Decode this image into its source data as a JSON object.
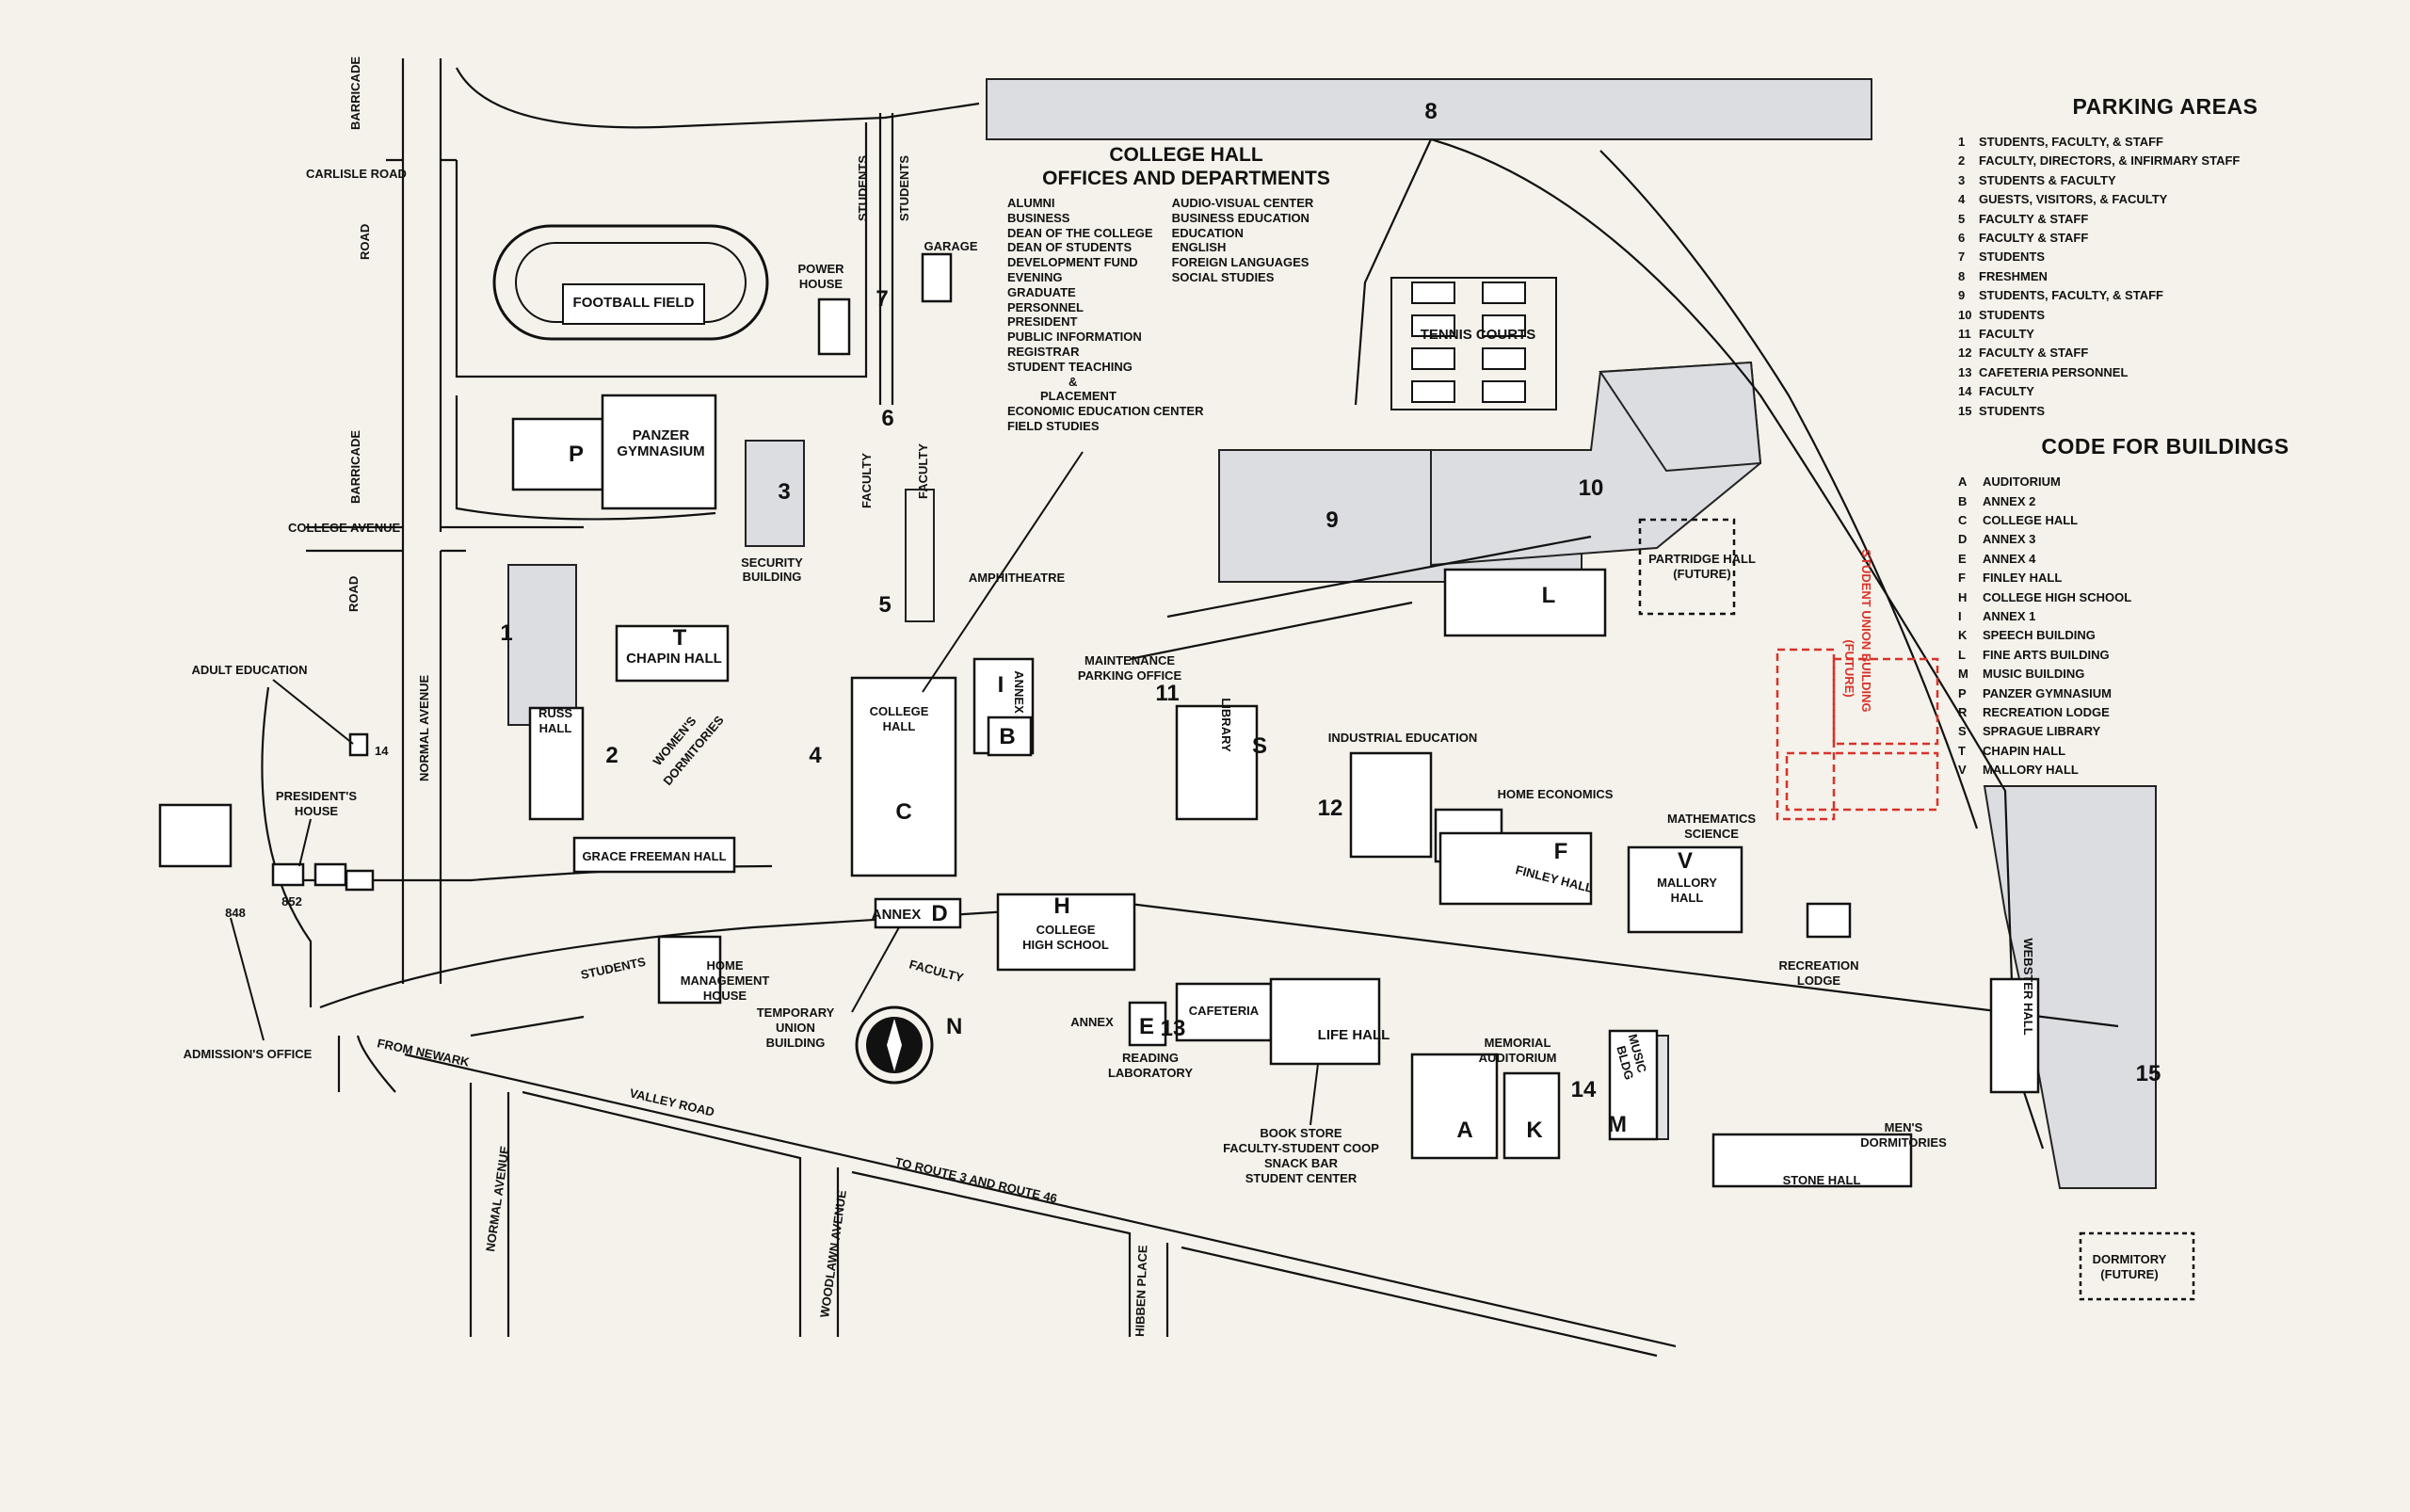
{
  "college_hall": {
    "title_line1": "COLLEGE HALL",
    "title_line2": "OFFICES AND DEPARTMENTS",
    "col1": [
      "ALUMNI",
      "BUSINESS",
      "DEAN OF THE COLLEGE",
      "DEAN OF STUDENTS",
      "DEVELOPMENT FUND",
      "EVENING",
      "GRADUATE",
      "PERSONNEL",
      "PRESIDENT",
      "PUBLIC INFORMATION",
      "REGISTRAR",
      "STUDENT TEACHING"
    ],
    "col2": [
      "AUDIO-VISUAL CENTER",
      "BUSINESS EDUCATION",
      "EDUCATION",
      "ENGLISH",
      "FOREIGN LANGUAGES",
      "SOCIAL STUDIES"
    ],
    "amp": "&",
    "placement": "PLACEMENT",
    "tail": [
      "ECONOMIC EDUCATION CENTER",
      "FIELD STUDIES"
    ]
  },
  "parking": {
    "title": "PARKING AREAS",
    "items": [
      {
        "k": "1",
        "v": "STUDENTS, FACULTY, & STAFF"
      },
      {
        "k": "2",
        "v": "FACULTY, DIRECTORS, & INFIRMARY STAFF"
      },
      {
        "k": "3",
        "v": "STUDENTS & FACULTY"
      },
      {
        "k": "4",
        "v": "GUESTS, VISITORS, & FACULTY"
      },
      {
        "k": "5",
        "v": "FACULTY & STAFF"
      },
      {
        "k": "6",
        "v": "FACULTY & STAFF"
      },
      {
        "k": "7",
        "v": "STUDENTS"
      },
      {
        "k": "8",
        "v": "FRESHMEN"
      },
      {
        "k": "9",
        "v": "STUDENTS, FACULTY, & STAFF"
      },
      {
        "k": "10",
        "v": "STUDENTS"
      },
      {
        "k": "11",
        "v": "FACULTY"
      },
      {
        "k": "12",
        "v": "FACULTY & STAFF"
      },
      {
        "k": "13",
        "v": "CAFETERIA PERSONNEL"
      },
      {
        "k": "14",
        "v": "FACULTY"
      },
      {
        "k": "15",
        "v": "STUDENTS"
      }
    ]
  },
  "buildings": {
    "title": "CODE FOR BUILDINGS",
    "items": [
      {
        "k": "A",
        "v": "AUDITORIUM"
      },
      {
        "k": "B",
        "v": "ANNEX 2"
      },
      {
        "k": "C",
        "v": "COLLEGE HALL"
      },
      {
        "k": "D",
        "v": "ANNEX 3"
      },
      {
        "k": "E",
        "v": "ANNEX 4"
      },
      {
        "k": "F",
        "v": "FINLEY HALL"
      },
      {
        "k": "H",
        "v": "COLLEGE HIGH SCHOOL"
      },
      {
        "k": "I",
        "v": "ANNEX 1"
      },
      {
        "k": "K",
        "v": "SPEECH BUILDING"
      },
      {
        "k": "L",
        "v": "FINE ARTS BUILDING"
      },
      {
        "k": "M",
        "v": "MUSIC BUILDING"
      },
      {
        "k": "P",
        "v": "PANZER GYMNASIUM"
      },
      {
        "k": "R",
        "v": "RECREATION LODGE"
      },
      {
        "k": "S",
        "v": "SPRAGUE LIBRARY"
      },
      {
        "k": "T",
        "v": "CHAPIN HALL"
      },
      {
        "k": "V",
        "v": "MALLORY HALL"
      }
    ]
  },
  "map_labels": {
    "lot_1": "1",
    "lot_2": "2",
    "lot_3": "3",
    "lot_4": "4",
    "lot_5": "5",
    "lot_6": "6",
    "lot_7": "7",
    "lot_8": "8",
    "lot_9": "9",
    "lot_10": "10",
    "lot_11": "11",
    "lot_12": "12",
    "lot_13": "13",
    "lot_14": "14",
    "lot_14b": "14",
    "lot_15": "15",
    "carlisle_road": "CARLISLE ROAD",
    "road_top": "ROAD",
    "barricade_top": "BARRICADE",
    "barricade_mid": "BARRICADE",
    "college_avenue": "COLLEGE AVENUE",
    "road_mid": "ROAD",
    "normal_avenue": "NORMAL AVENUE",
    "normal_avenue_2": "NORMAL AVENUE",
    "from_newark": "FROM NEWARK",
    "valley_road": "VALLEY ROAD",
    "to_route": "TO ROUTE 3 AND ROUTE 46",
    "woodlawn_avenue": "WOODLAWN AVENUE",
    "hibben_place": "HIBBEN PLACE",
    "students_v1": "STUDENTS",
    "students_v2": "STUDENTS",
    "faculty_v1": "FACULTY",
    "faculty_v2": "FACULTY",
    "students_road": "STUDENTS",
    "faculty_road": "FACULTY",
    "football_field": "FOOTBALL FIELD",
    "power_house_1": "POWER",
    "power_house_2": "HOUSE",
    "garage": "GARAGE",
    "panzer_1": "PANZER",
    "panzer_2": "GYMNASIUM",
    "p": "P",
    "tennis_courts": "TENNIS COURTS",
    "security_1": "SECURITY",
    "security_2": "BUILDING",
    "amphitheatre": "AMPHITHEATRE",
    "maint_1": "MAINTENANCE",
    "maint_2": "PARKING OFFICE",
    "chapin": "CHAPIN HALL",
    "t": "T",
    "russ_1": "RUSS",
    "russ_2": "HALL",
    "womens_1": "WOMEN'S",
    "womens_2": "DORMITORIES",
    "grace": "GRACE FREEMAN HALL",
    "college_hall_1": "COLLEGE",
    "college_hall_2": "HALL",
    "c": "C",
    "b": "B",
    "i": "I",
    "annex_v": "ANNEX",
    "library": "LIBRARY",
    "s": "S",
    "annex_d": "ANNEX",
    "d": "D",
    "h": "H",
    "chs_1": "COLLEGE",
    "chs_2": "HIGH SCHOOL",
    "industrial": "INDUSTRIAL EDUCATION",
    "home_ec": "HOME ECONOMICS",
    "f": "F",
    "finley": "FINLEY HALL",
    "math_1": "MATHEMATICS",
    "math_2": "SCIENCE",
    "v": "V",
    "mallory_1": "MALLORY",
    "mallory_2": "HALL",
    "partridge_1": "PARTRIDGE HALL",
    "partridge_2": "(FUTURE)",
    "l": "L",
    "union_1": "STUDENT UNION BUILDING",
    "union_2": "(FUTURE)",
    "recreation_1": "RECREATION",
    "recreation_2": "LODGE",
    "webster": "WEBSTER HALL",
    "adult_ed": "ADULT EDUCATION",
    "presidents_1": "PRESIDENT'S",
    "presidents_2": "HOUSE",
    "n852": "852",
    "n848": "848",
    "admission": "ADMISSION'S OFFICE",
    "home_mgmt_1": "HOME",
    "home_mgmt_2": "MANAGEMENT",
    "home_mgmt_3": "HOUSE",
    "temp_union_1": "TEMPORARY",
    "temp_union_2": "UNION",
    "temp_union_3": "BUILDING",
    "annex_e": "ANNEX",
    "e": "E",
    "reading_1": "READING",
    "reading_2": "LABORATORY",
    "cafeteria": "CAFETERIA",
    "life_hall": "LIFE HALL",
    "memorial_1": "MEMORIAL",
    "memorial_2": "AUDITORIUM",
    "a": "A",
    "k": "K",
    "music_1": "MUSIC",
    "music_2": "BLDG",
    "m": "M",
    "bookstore_1": "BOOK STORE",
    "bookstore_2": "FACULTY-STUDENT COOP",
    "bookstore_3": "SNACK BAR",
    "bookstore_4": "STUDENT CENTER",
    "mens_1": "MEN'S",
    "mens_2": "DORMITORIES",
    "stone_hall": "STONE HALL",
    "dormitory_1": "DORMITORY",
    "dormitory_2": "(FUTURE)",
    "north": "N"
  }
}
